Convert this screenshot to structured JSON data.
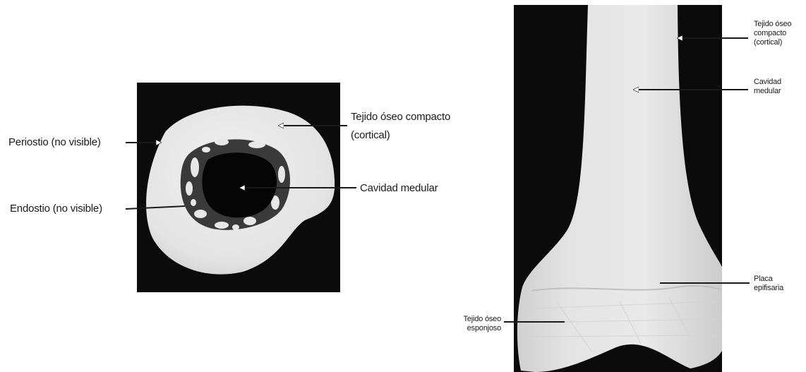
{
  "cross_section": {
    "labels": {
      "periostio": "Periostio (no visible)",
      "endostio": "Endostio (no visible)",
      "compacto_line1": "Tejido óseo compacto",
      "compacto_line2": "(cortical)",
      "cavidad": "Cavidad medular"
    }
  },
  "long_section": {
    "labels": {
      "compacto_line1": "Tejido óseo",
      "compacto_line2": "compacto",
      "compacto_line3": "(cortical)",
      "cavidad_line1": "Cavidad",
      "cavidad_line2": "medular",
      "placa_line1": "Placa",
      "placa_line2": "epifisaria",
      "esponjoso_line1": "Tejido óseo",
      "esponjoso_line2": "esponjoso"
    }
  },
  "colors": {
    "background": "#ffffff",
    "photo_background": "#0b0b0b",
    "bone": "#e6e7e6",
    "text": "#1a1a1a"
  }
}
